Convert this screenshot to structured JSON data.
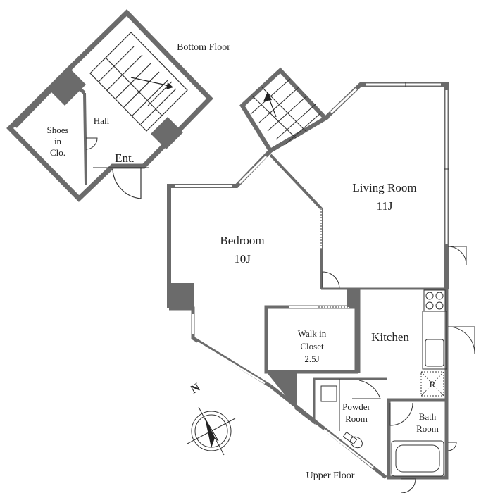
{
  "labels": {
    "bottom_floor": "Bottom Floor",
    "upper_floor": "Upper Floor",
    "shoes_line1": "Shoes",
    "shoes_line2": "in",
    "shoes_line3": "Clo.",
    "hall": "Hall",
    "ent": "Ent.",
    "living_room": "Living Room",
    "living_size": "11J",
    "bedroom": "Bedroom",
    "bedroom_size": "10J",
    "walkin_line1": "Walk in",
    "walkin_line2": "Closet",
    "walkin_size": "2.5J",
    "kitchen": "Kitchen",
    "powder_line1": "Powder",
    "powder_line2": "Room",
    "bath_line1": "Bath",
    "bath_line2": "Room",
    "fridge": "R",
    "compass_n": "N"
  },
  "colors": {
    "wall": "#6b6b6b",
    "line": "#333333",
    "window": "#ffffff"
  }
}
